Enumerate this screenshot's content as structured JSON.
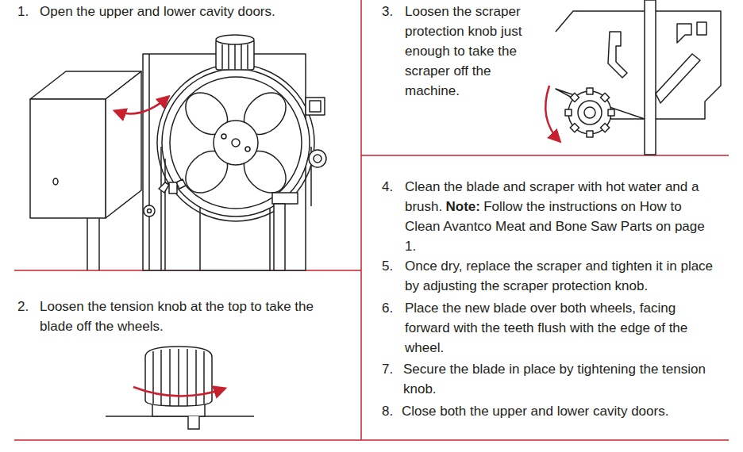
{
  "diagram": {
    "labels": [
      "1.",
      "Open the upper and lower cavity doors.",
      "2.",
      "Loosen the tension knob at the top to take the blade off the wheels.",
      "3.",
      "Loosen the scraper protection knob just enough to take the scraper off the machine.",
      "4.",
      "Clean the blade and scraper with hot water and a brush.",
      "Note:",
      "Follow the instructions on How to Clean Avantco Meat and Bone Saw Parts on page 1.",
      "5.",
      "Once dry, replace the scraper and tighten it in place by adjusting the scraper protection knob.",
      "6.",
      "Place the new blade over both wheels, facing forward with the teeth flush with the edge of the wheel.",
      "7.",
      "Secure the blade in place by tightening the tension knob.",
      "8.",
      "Close both the upper and lower cavity doors."
    ]
  }
}
